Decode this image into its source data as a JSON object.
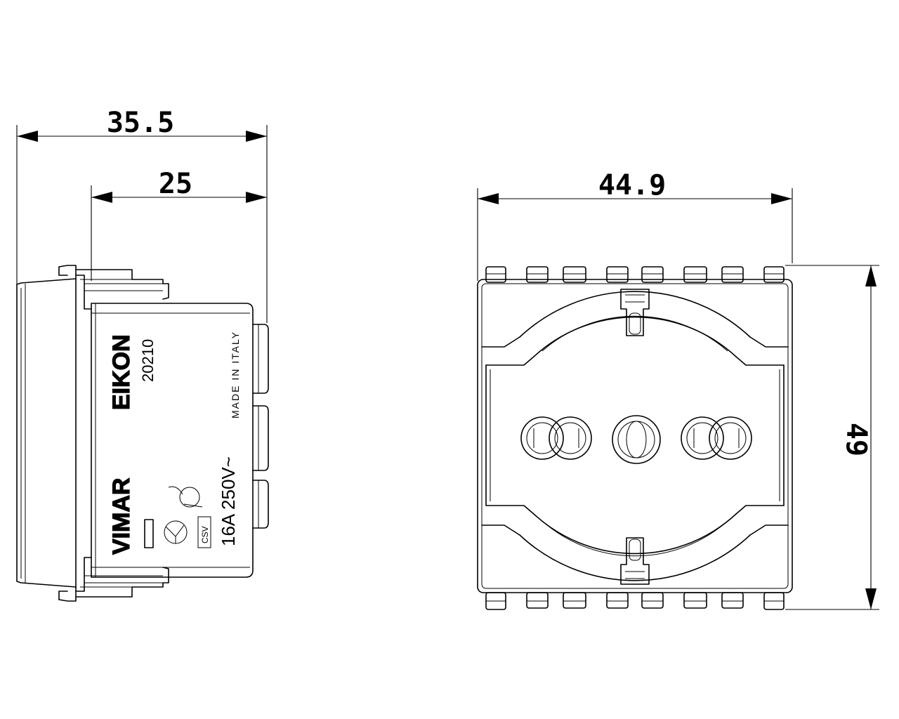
{
  "dimensions": {
    "side_depth_total": "35.5",
    "side_depth_body": "25",
    "front_width": "44.9",
    "front_height": "49"
  },
  "side_view_labels": {
    "brand": "VIMAR",
    "series": "EIKON",
    "code": "20210",
    "origin": "MADE IN ITALY",
    "rating": "16A 250V~",
    "cert": "CSV"
  }
}
